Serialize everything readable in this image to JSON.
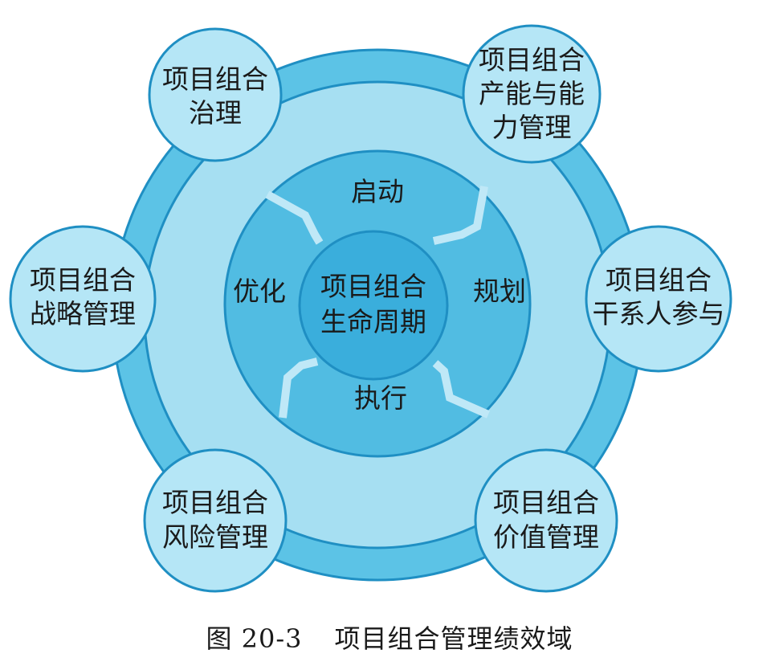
{
  "colors": {
    "outer_ring": "#5cc3e6",
    "outer_band": "#a6dff2",
    "inner_disc": "#51bce2",
    "hub": "#3aaedc",
    "satellite_fill": "#b5e6f6",
    "stroke": "#1f8fc3",
    "gap": "#bfe8f7"
  },
  "hub": {
    "lines": [
      "项目组合",
      "生命周期"
    ]
  },
  "phases": {
    "start": "启动",
    "plan": "规划",
    "execute": "执行",
    "optimize": "优化"
  },
  "satellites": [
    {
      "id": "governance",
      "lines": [
        "项目组合",
        "治理"
      ]
    },
    {
      "id": "capacity",
      "lines": [
        "项目组合",
        "产能与能",
        "力管理"
      ]
    },
    {
      "id": "stakeholder",
      "lines": [
        "项目组合",
        "干系人参与"
      ]
    },
    {
      "id": "value",
      "lines": [
        "项目组合",
        "价值管理"
      ]
    },
    {
      "id": "risk",
      "lines": [
        "项目组合",
        "风险管理"
      ]
    },
    {
      "id": "strategy",
      "lines": [
        "项目组合",
        "战略管理"
      ]
    }
  ],
  "caption": {
    "number": "图 20-3",
    "title": "项目组合管理绩效域"
  }
}
